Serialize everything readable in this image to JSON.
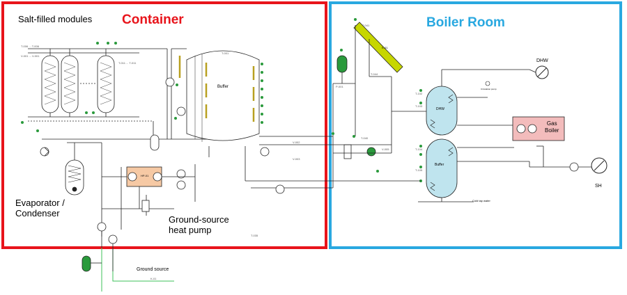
{
  "sections": {
    "container": {
      "title": "Container",
      "color": "#e8141b"
    },
    "boiler_room": {
      "title": "Boiler Room",
      "color": "#29a8e0"
    }
  },
  "labels": {
    "salt_modules": "Salt-filled modules",
    "evaporator": "Evaporator /\nCondenser",
    "heat_pump": "Ground-source\nheat pump",
    "ground_source": "Ground source",
    "buffer_container": "Buffer",
    "dhw_out": "DHW",
    "sh_out": "SH",
    "gas_boiler": "Gas\nBoiler",
    "dhw_tank": "DHW",
    "buffer_tank": "Buffer",
    "hp_tag": "HP-01",
    "cold_tap": "Cold tap water",
    "circulation_pump": "Circulation pump",
    "solar_collector": "K-01"
  },
  "colors": {
    "tank_fill": "#bfe4ee",
    "hp_fill": "#f6c9a4",
    "boiler_fill": "#f3bcbc",
    "green": "#2a9a3c",
    "pipe": "#222222",
    "ground_loop": "#3cc05a",
    "solar_fill": "#c7d600"
  },
  "tags": {
    "t_006": "T-006 ... T-006",
    "v_001": "V-001 ... V-001",
    "t_011": "T-011 ... T-011",
    "t_041": "T-041",
    "t_044": "T-044",
    "t_001": "T-001",
    "t_102": "T-102",
    "t_103": "T-103",
    "t_104": "T-104",
    "t_105": "T-105",
    "v_002": "V-002",
    "v_003": "V-003",
    "v_005": "V-005",
    "t_035": "T-035",
    "t_040": "T-040",
    "p_001": "P-001",
    "k_01": "K-01"
  }
}
